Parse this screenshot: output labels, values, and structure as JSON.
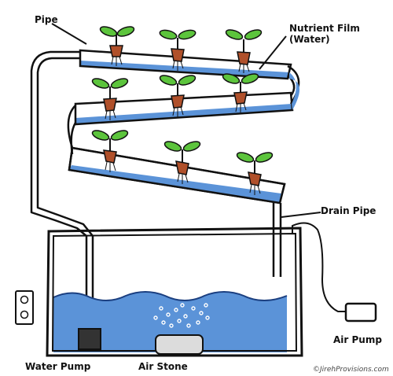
{
  "labels": {
    "pipe": "Pipe",
    "nutrient_film_line1": "Nutrient Film",
    "nutrient_film_line2": "(Water)",
    "drain_pipe": "Drain Pipe",
    "water_pump": "Water Pump",
    "air_stone": "Air Stone",
    "air_pump": "Air Pump",
    "credit": "©JirehProvisions.com"
  },
  "colors": {
    "water": "#5b93d8",
    "water_light": "#8ab4e8",
    "leaf": "#5cc43c",
    "pot": "#b0502a",
    "outline": "#111111",
    "pump": "#333333",
    "airstone": "#dcdcdc"
  },
  "plants": {
    "tier1": 3,
    "tier2": 3,
    "tier3": 3
  }
}
